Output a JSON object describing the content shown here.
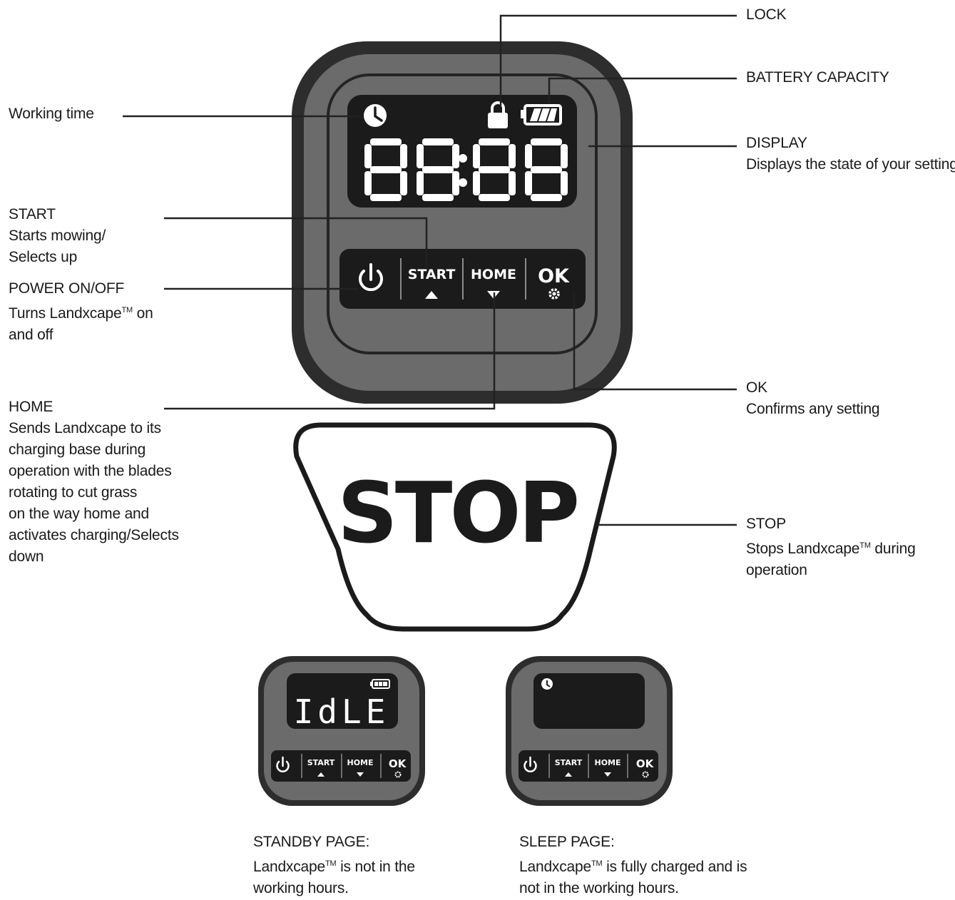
{
  "callouts": {
    "working_time": {
      "title": "Working time"
    },
    "start": {
      "title": "START",
      "lines": [
        "Starts mowing/",
        "Selects up"
      ]
    },
    "power": {
      "title": "POWER ON/OFF",
      "line1": "Turns Landxcape",
      "tm": "TM",
      "line1_end": " on",
      "line2": "and off"
    },
    "home": {
      "title": "HOME",
      "lines": [
        "Sends Landxcape to its",
        "charging base during",
        "operation with the blades",
        "rotating to cut grass",
        "on the way home and",
        "activates charging/Selects",
        "down"
      ]
    },
    "lock": {
      "title": "LOCK"
    },
    "battery": {
      "title": "BATTERY CAPACITY"
    },
    "display": {
      "title": "DISPLAY",
      "desc": "Displays the state of your setting"
    },
    "ok": {
      "title": "OK",
      "desc": "Confirms any setting"
    },
    "stop": {
      "title": "STOP",
      "line1": "Stops Landxcape",
      "tm": "TM",
      "line1_end": " during",
      "line2": "operation"
    },
    "standby": {
      "title": "STANDBY PAGE:",
      "line1": "Landxcape",
      "tm": "TM",
      "line1_end": " is not in the",
      "line2": "working hours."
    },
    "sleep": {
      "title": "SLEEP PAGE:",
      "line1": "Landxcape",
      "tm": "TM",
      "line1_end": " is fully charged and is",
      "line2": "not in the working hours."
    }
  },
  "panel": {
    "display_digits": "88:88",
    "keys": {
      "start": "START",
      "home": "HOME",
      "ok": "OK"
    },
    "stop_label": "STOP"
  },
  "standby_panel": {
    "display_text": "IdLE",
    "keys": {
      "start": "START",
      "home": "HOME",
      "ok": "OK"
    }
  },
  "sleep_panel": {
    "keys": {
      "start": "START",
      "home": "HOME",
      "ok": "OK"
    }
  },
  "icons": [
    "clock-icon",
    "lock-icon",
    "battery-icon",
    "power-icon",
    "up-arrow-icon",
    "down-arrow-icon",
    "gear-icon"
  ],
  "colors": {
    "bezel": "#2d2d2d",
    "panel_face": "#6b6b6b",
    "screen": "#1b1b1b",
    "segment": "#ffffff",
    "leader_line": "#222222"
  }
}
